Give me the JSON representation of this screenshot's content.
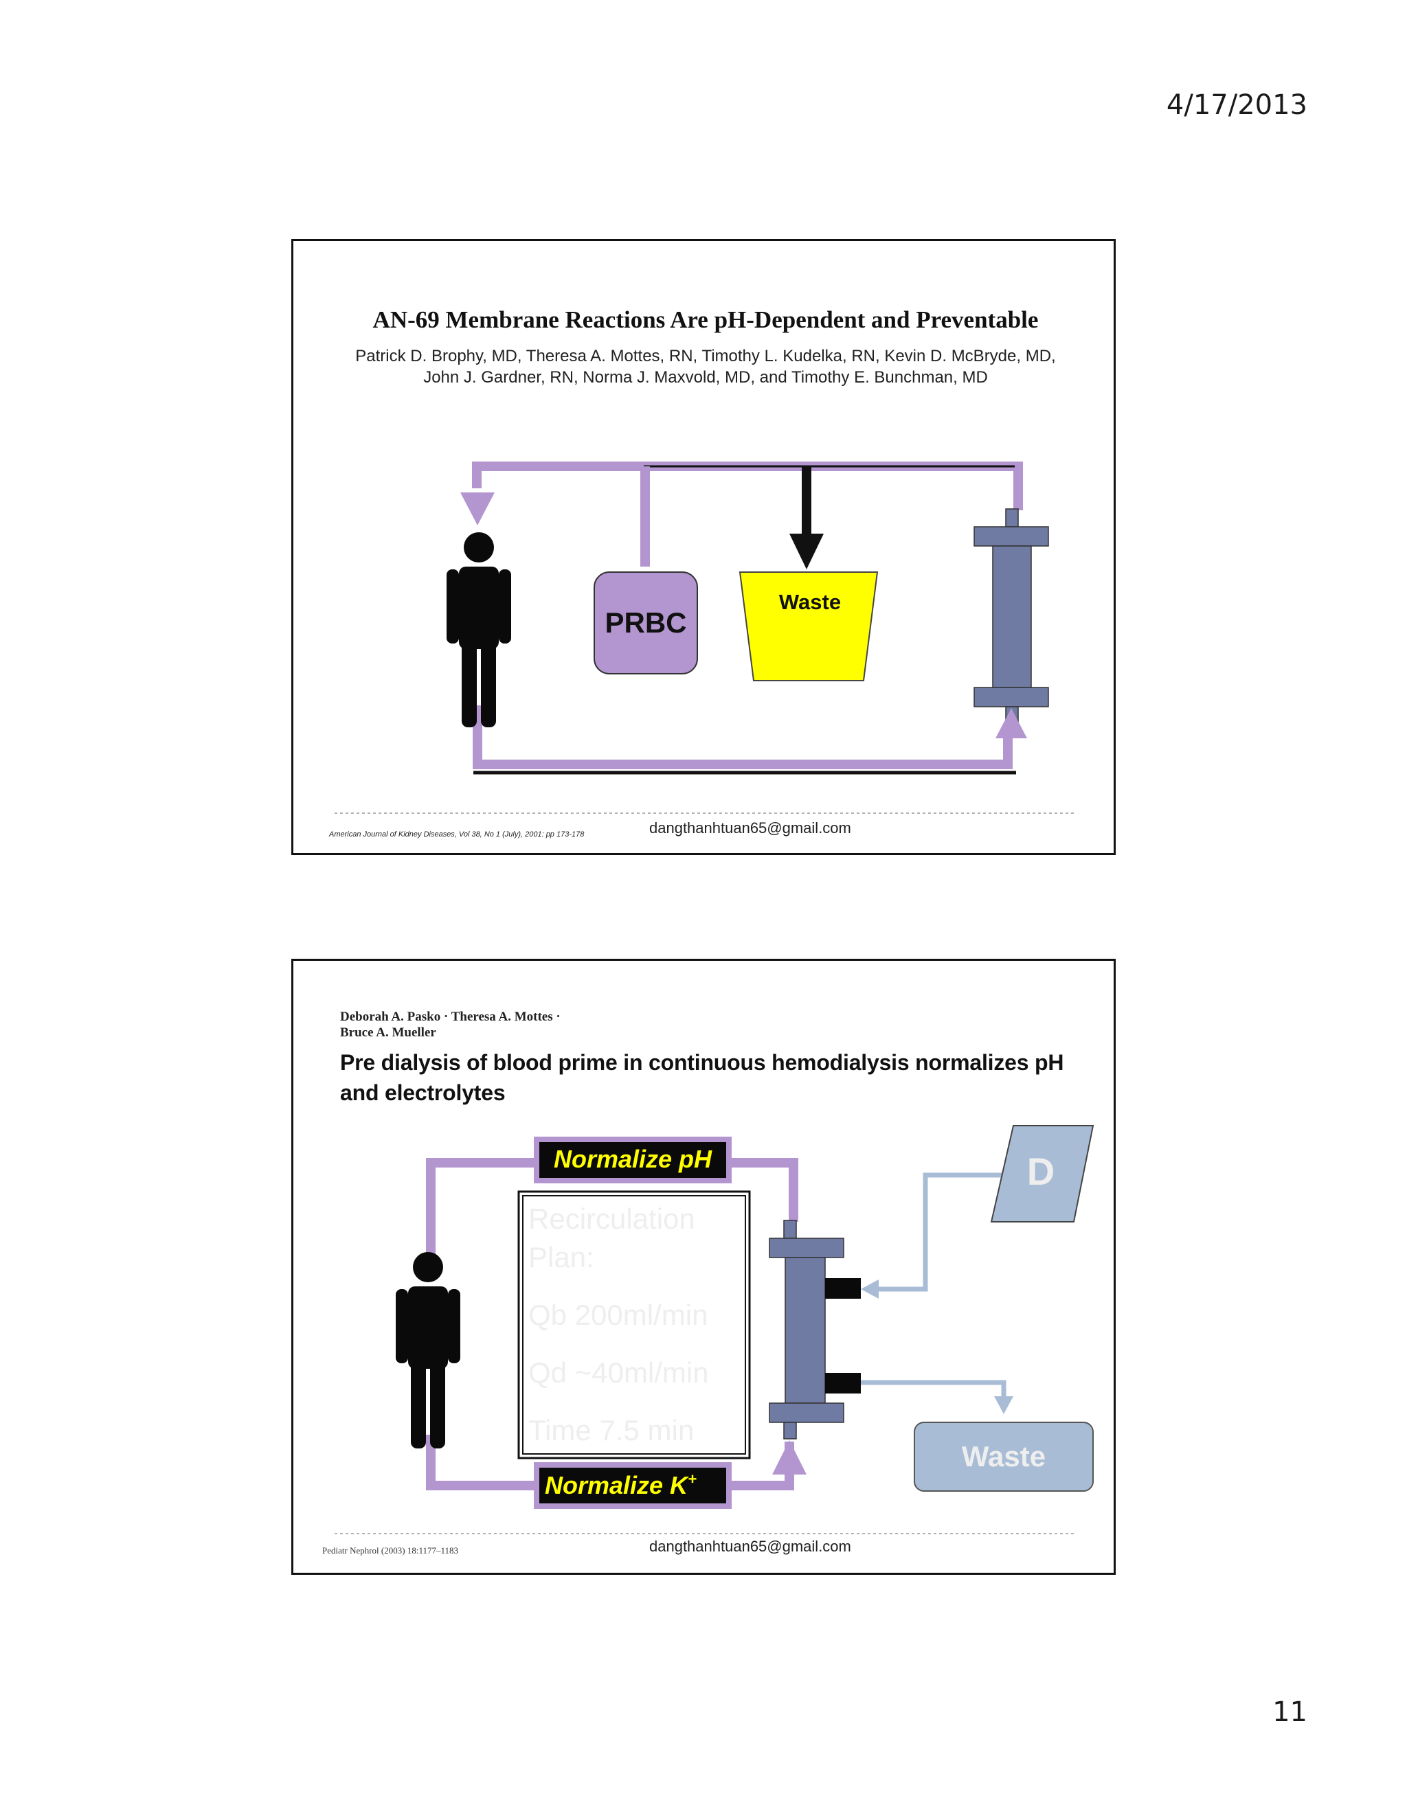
{
  "page": {
    "date": "4/17/2013",
    "page_number": "11"
  },
  "slide1": {
    "title": "AN-69 Membrane Reactions Are pH-Dependent and Preventable",
    "authors_line1": "Patrick D. Brophy, MD, Theresa A. Mottes, RN, Timothy L. Kudelka, RN, Kevin D. McBryde, MD,",
    "authors_line2": "John J. Gardner, RN, Norma J. Maxvold, MD, and Timothy E. Bunchman, MD",
    "diagram": {
      "prbc_label": "PRBC",
      "waste_label": "Waste"
    },
    "citation": "American Journal of Kidney Diseases, Vol 38, No 1 (July), 2001: pp 173-178",
    "email": "dangthanhtuan65@gmail.com"
  },
  "slide2": {
    "authors_line1": "Deborah A. Pasko · Theresa A. Mottes ·",
    "authors_line2": "Bruce A. Mueller",
    "title": "Pre dialysis of blood prime in continuous hemodialysis normalizes pH and electrolytes",
    "diagram": {
      "normalize_ph": "Normalize pH",
      "normalize_k": "Normalize K",
      "normalize_k_sup": "+",
      "dialysate_label": "D",
      "waste_label": "Waste",
      "plan_lines": [
        "Recirculation",
        "Plan:",
        "Qb 200ml/min",
        "Qd ~40ml/min",
        "Time 7.5 min"
      ]
    },
    "citation": "Pediatr Nephrol (2003) 18:1177–1183",
    "email": "dangthanhtuan65@gmail.com"
  },
  "colors": {
    "circuit_purple": "#b396cf",
    "dialyzer_slate": "#6f7ba3",
    "waste_yellow": "#ffff00",
    "dialysate_blue": "#a9bcd6",
    "highlight_yellow": "#ffff00"
  }
}
